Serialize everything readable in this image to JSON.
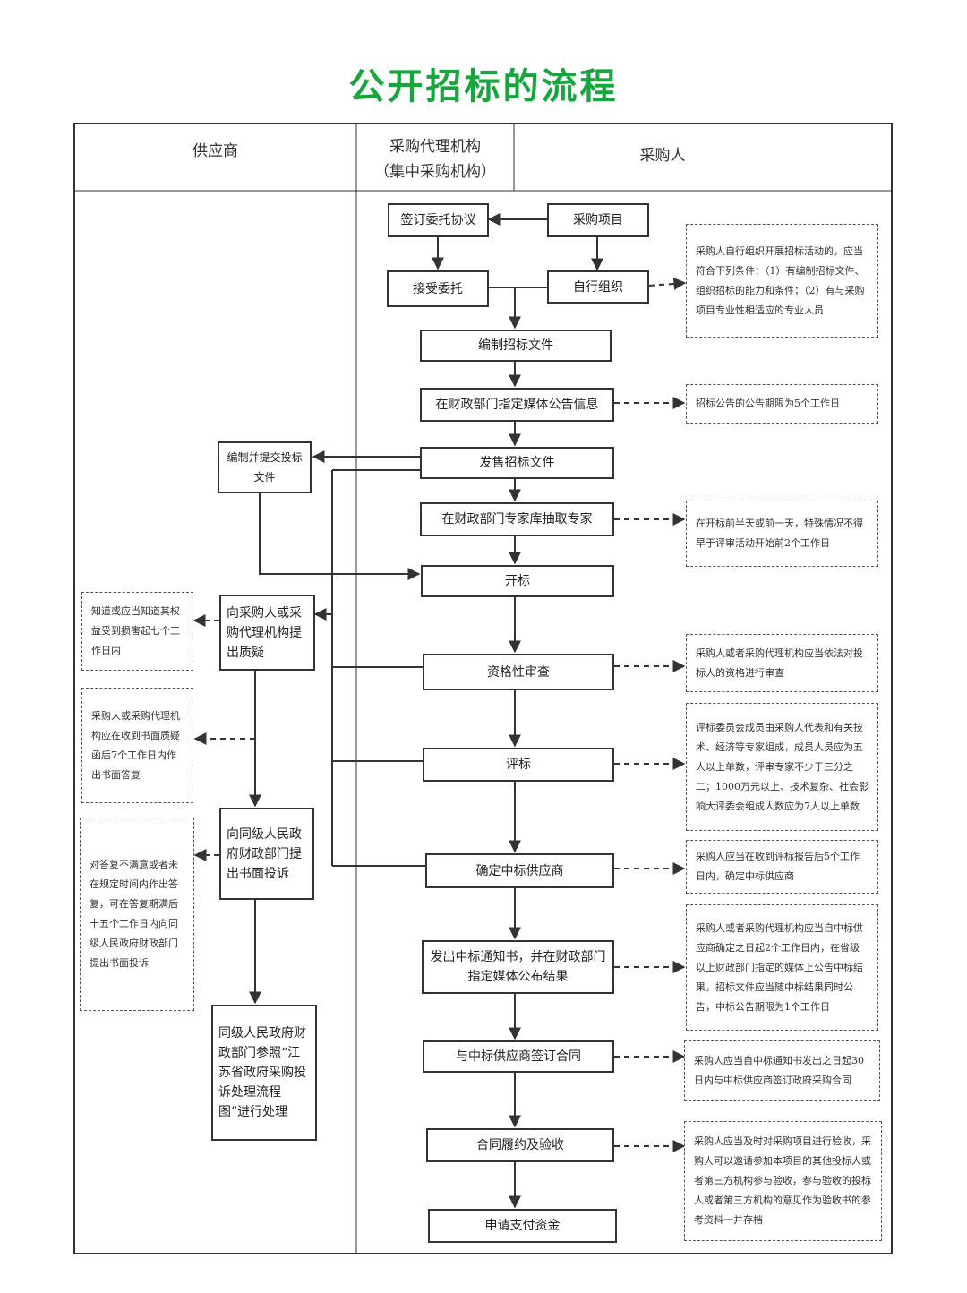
{
  "title": "公开招标的流程",
  "colors": {
    "title": "#17a63d",
    "line": "#333333"
  },
  "columns": {
    "supplier": "供应商",
    "agency_line1": "采购代理机构",
    "agency_line2": "（集中采购机构）",
    "purchaser": "采购人"
  },
  "steps": {
    "sign_agreement": "签订委托协议",
    "purchase_project": "采购项目",
    "accept_commission": "接受委托",
    "self_organize": "自行组织",
    "prepare_docs": "编制招标文件",
    "publish_notice": "在财政部门指定媒体公告信息",
    "issue_docs": "发售招标文件",
    "prepare_bid": "编制并提交投标文件",
    "draw_experts": "在财政部门专家库抽取专家",
    "open_bids": "开标",
    "raise_query": "向采购人或采购代理机构提出质疑",
    "qualification": "资格性审查",
    "evaluate": "评标",
    "complaint": "向同级人民政府财政部门提出书面投诉",
    "determine_winner": "确定中标供应商",
    "notify_winner": "发出中标通知书，并在财政部门指定媒体公布结果",
    "handle_complaint": "同级人民政府财政部门参照“江苏省政府采购投诉处理流程图”进行处理",
    "sign_contract": "与中标供应商签订合同",
    "acceptance": "合同履约及验收",
    "payment": "申请支付资金"
  },
  "notes": {
    "self_org": "采购人自行组织开展招标活动的，应当符合下列条件：（1）有编制招标文件、组织招标的能力和条件；（2）有与采购项目专业性相适应的专业人员",
    "notice_period": "招标公告的公告期限为5个工作日",
    "expert_timing": "在开标前半天或前一天，特殊情况不得早于评审活动开始前2个工作日",
    "query_deadline": "知道或应当知道其权益受到损害起七个工作日内",
    "qualification_note": "采购人或者采购代理机构应当依法对投标人的资格进行审查",
    "reply_deadline": "采购人或采购代理机构应在收到书面质疑函后7个工作日内作出书面答复",
    "committee": "评标委员会成员由采购人代表和有关技术、经济等专家组成，成员人员应为五人以上单数，评审专家不少于三分之二；1000万元以上、技术复杂、社会影响大评委会组成人数应为7人以上单数",
    "complaint_deadline": "对答复不满意或者未在规定时间内作出答复，可在答复期满后十五个工作日内向同级人民政府财政部门提出书面投诉",
    "winner_deadline": "采购人应当在收到评标报告后5个工作日内，确定中标供应商",
    "publish_result": "采购人或者采购代理机构应当自中标供应商确定之日起2个工作日内，在省级以上财政部门指定的媒体上公告中标结果，招标文件应当随中标结果同时公告，中标公告期限为1个工作日",
    "contract_deadline": "采购人应当自中标通知书发出之日起30日内与中标供应商签订政府采购合同",
    "acceptance_note": "采购人应当及时对采购项目进行验收，采购人可以邀请参加本项目的其他投标人或者第三方机构参与验收，参与验收的投标人或者第三方机构的意见作为验收书的参考资料一并存档"
  }
}
